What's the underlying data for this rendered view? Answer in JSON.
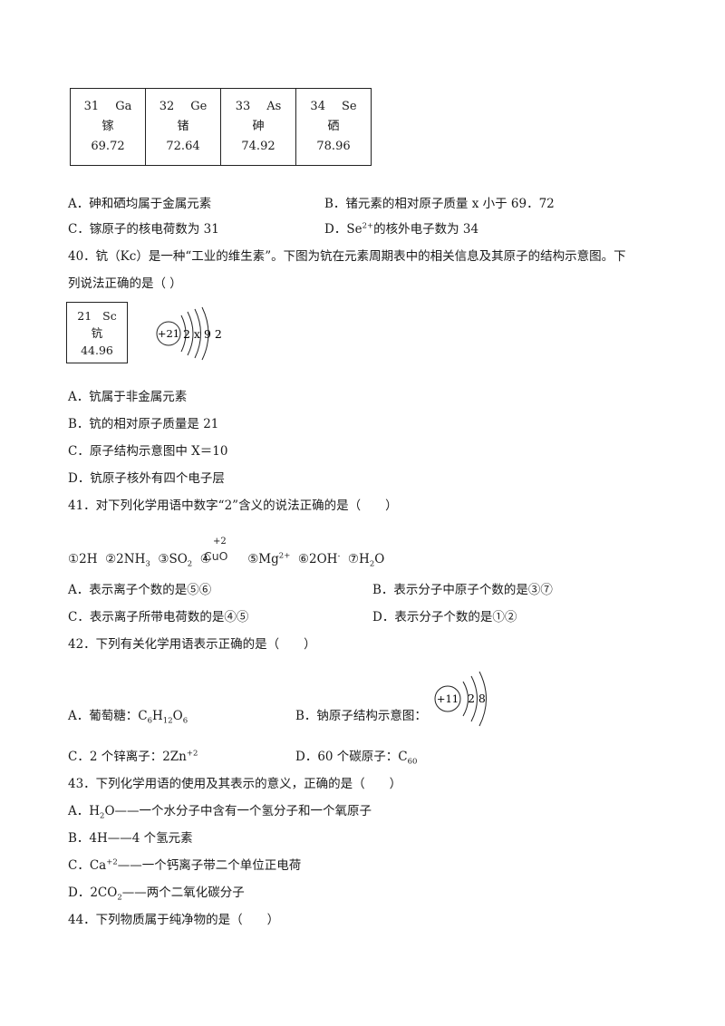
{
  "elements_table": [
    {
      "number": "31",
      "symbol": "Ga",
      "name": "镓",
      "mass": "69.72"
    },
    {
      "number": "32",
      "symbol": "Ge",
      "name": "锗",
      "mass": "72.64"
    },
    {
      "number": "33",
      "symbol": "As",
      "name": "砷",
      "mass": "74.92"
    },
    {
      "number": "34",
      "symbol": "Se",
      "name": "硒",
      "mass": "78.96"
    }
  ],
  "q39": {
    "a": "A．砷和硒均属于金属元素",
    "b": "B．锗元素的相对原子质量 x 小于 69．72",
    "c": "C．镓原子的核电荷数为 31",
    "d_pre": "D．Se",
    "d_sup": "2+",
    "d_post": "的核外电子数为 34"
  },
  "q40": {
    "stem1": "40．钪（Kc）是一种“工业的维生素”。下图为钪在元素周期表中的相关信息及其原子的结构示意图。下",
    "stem2": "列说法正确的是（ ）",
    "box": {
      "number": "21",
      "symbol": "Sc",
      "name": "钪",
      "mass": "44.96"
    },
    "atom": {
      "nucleus": "+21",
      "shells": "2 x 9 2"
    },
    "a": "A．钪属于非金属元素",
    "b": "B．钪的相对原子质量是  21",
    "c": "C．原子结构示意图中  X＝10",
    "d": "D．钪原子核外有四个电子层"
  },
  "q41": {
    "stem": "41．对下列化学用语中数字“2”含义的说法正确的是（　　）",
    "cuo_charge": "+2",
    "cuo_formula": "CuO",
    "items": [
      {
        "p": "①2H"
      },
      {
        "p": "②2NH",
        "s": "3"
      },
      {
        "p": "③SO",
        "s": "2"
      },
      {
        "p": "④"
      },
      {
        "p": "⑤Mg",
        "u": "2+"
      },
      {
        "p": "⑥2OH",
        "u": "-"
      },
      {
        "p": "⑦H",
        "s": "2",
        "q": "O"
      }
    ],
    "a": "A．表示离子个数的是⑤⑥",
    "b": "B．表示分子中原子个数的是③⑦",
    "c": "C．表示离子所带电荷数的是④⑤",
    "d": "D．表示分子个数的是①②"
  },
  "q42": {
    "stem": "42．下列有关化学用语表示正确的是（　　）",
    "a_pre": "A．葡萄糖：C",
    "a_s1": "6",
    "a_m1": "H",
    "a_s2": "12",
    "a_m2": "O",
    "a_s3": "6",
    "b": "B．钠原子结构示意图：",
    "atom": {
      "nucleus": "+11",
      "shells": "2 8"
    },
    "c_pre": "C．2 个锌离子：2Zn",
    "c_sup": "+2",
    "d_pre": "D．60 个碳原子：C",
    "d_sub": "60"
  },
  "q43": {
    "stem": "43．下列化学用语的使用及其表示的意义，正确的是（　　）",
    "a_pre": "A．H",
    "a_sub": "2",
    "a_post": "O——一个水分子中含有一个氢分子和一个氧原子",
    "b": "B．4H——4 个氢元素",
    "c_pre": "C．Ca",
    "c_sup": "+2",
    "c_post": "——一个钙离子带二个单位正电荷",
    "d_pre": "D．2CO",
    "d_sub": "2",
    "d_post": "——两个二氧化碳分子"
  },
  "q44": {
    "stem": "44．下列物质属于纯净物的是（　　）"
  }
}
